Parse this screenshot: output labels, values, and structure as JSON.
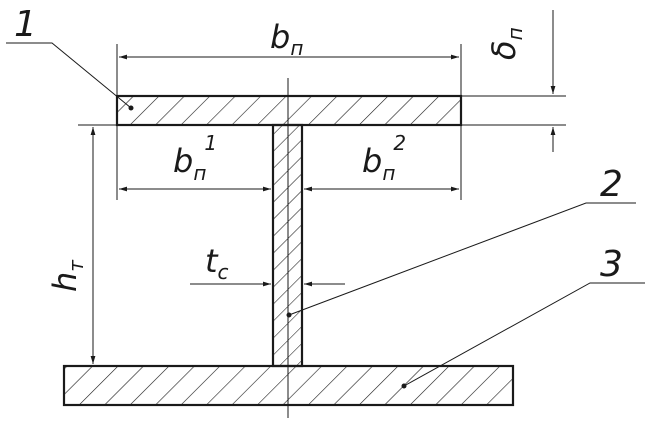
{
  "callouts": [
    {
      "number": "1",
      "part": "top-flange"
    },
    {
      "number": "2",
      "part": "web"
    },
    {
      "number": "3",
      "part": "bottom-flange"
    }
  ],
  "dimensions": {
    "flange_width": {
      "main": "b",
      "sub": "п"
    },
    "flange_thickness": {
      "main": "δ",
      "sub": "п"
    },
    "flange_overhang_left": {
      "main": "b",
      "sub": "п",
      "sup": "1"
    },
    "flange_overhang_right": {
      "main": "b",
      "sub": "п",
      "sup": "2"
    },
    "web_height": {
      "main": "h",
      "sub": "т"
    },
    "web_thickness": {
      "main": "t",
      "sub": "с"
    }
  },
  "colors": {
    "line": "#1a1a1a",
    "background": "#ffffff"
  }
}
